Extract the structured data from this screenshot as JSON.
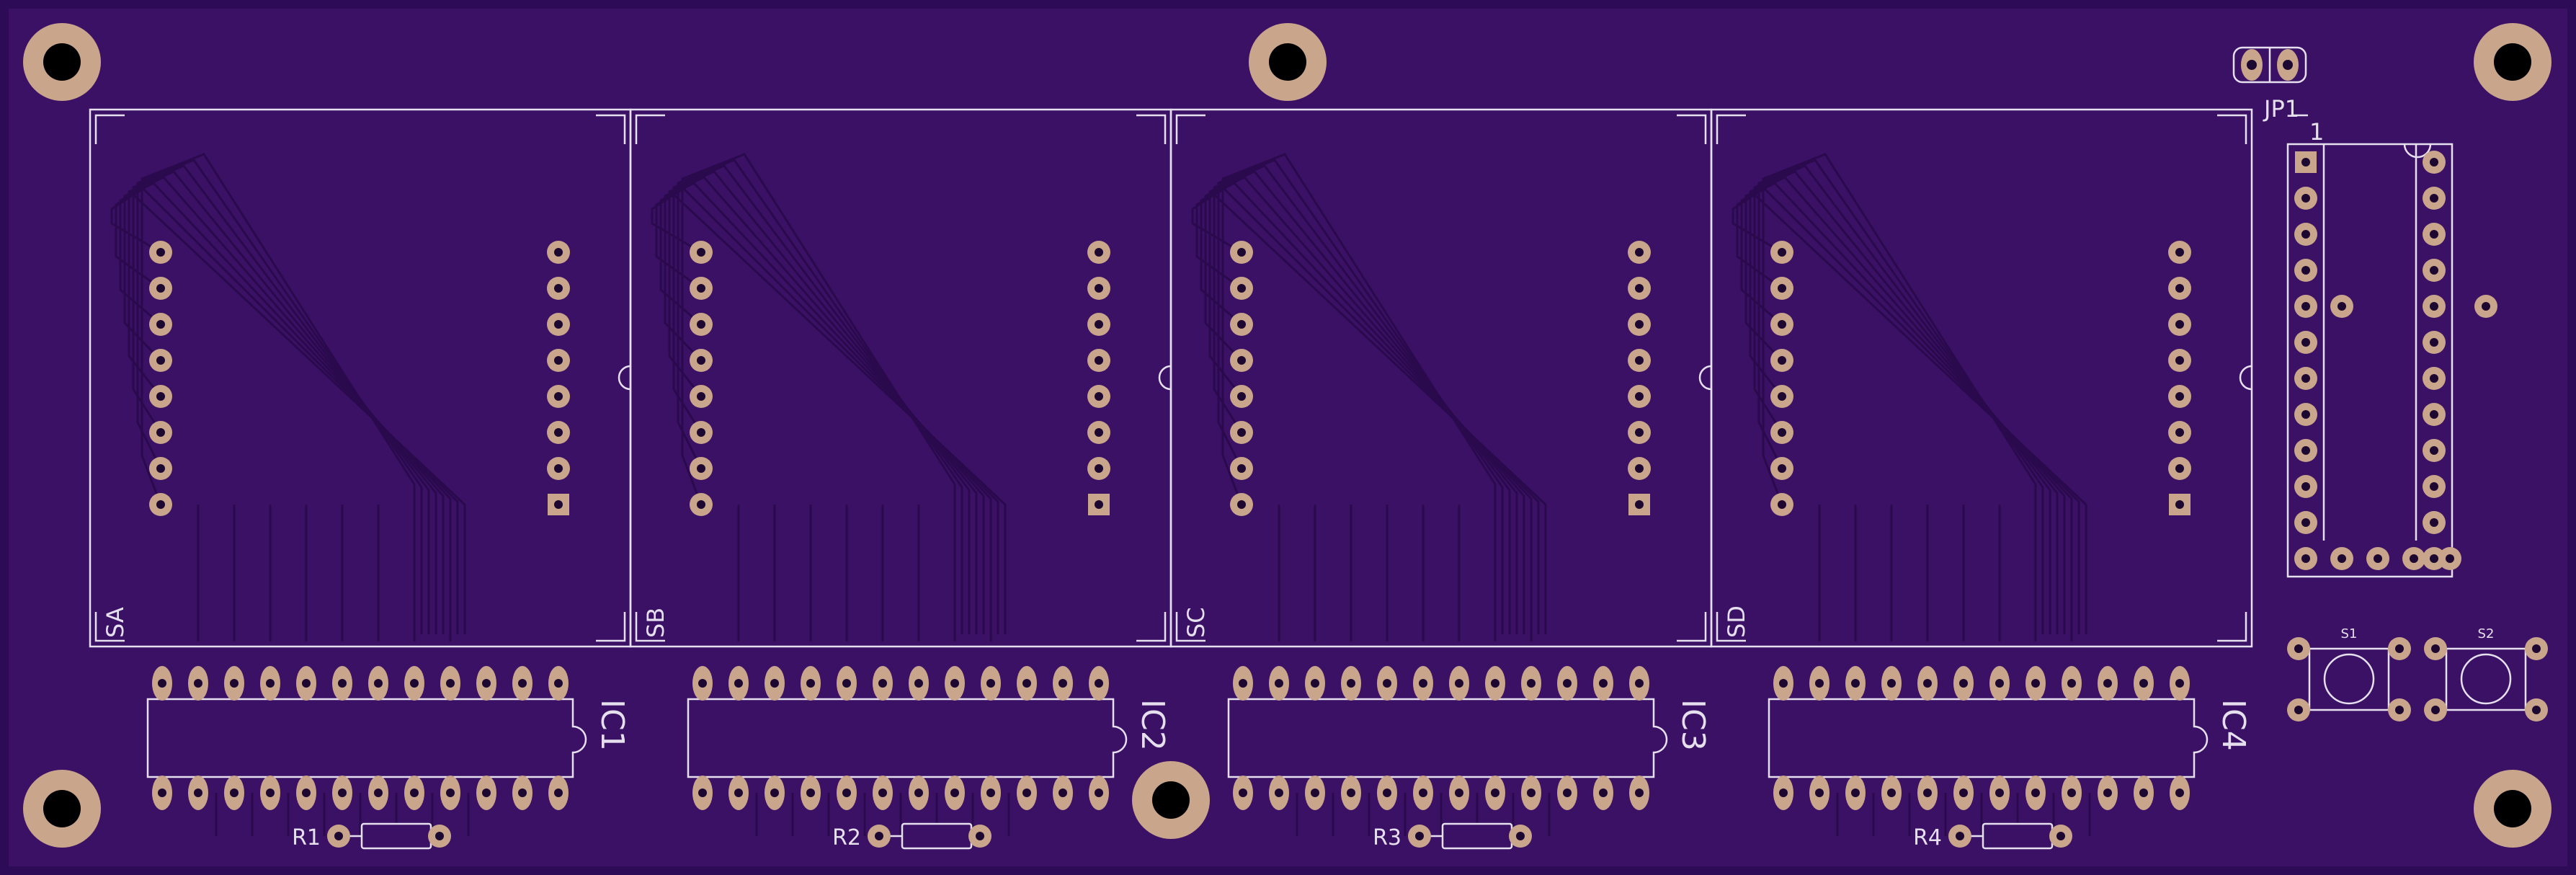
{
  "board": {
    "colors": {
      "background": "#3b1166",
      "board_edge": "#2e0b57",
      "silkscreen": "#e6e0ee",
      "pad": "#c9a58b",
      "drill": "#1c0830",
      "trace": "#2a0a4d"
    }
  },
  "displays": [
    {
      "label": "SA"
    },
    {
      "label": "SB"
    },
    {
      "label": "SC"
    },
    {
      "label": "SD"
    }
  ],
  "ics": [
    {
      "label": "IC1"
    },
    {
      "label": "IC2"
    },
    {
      "label": "IC3"
    },
    {
      "label": "IC4"
    }
  ],
  "resistors": [
    {
      "label": "R1"
    },
    {
      "label": "R2"
    },
    {
      "label": "R3"
    },
    {
      "label": "R4"
    }
  ],
  "switches": [
    {
      "label": "S1"
    },
    {
      "label": "S2"
    }
  ],
  "jumper": {
    "label": "JP1"
  },
  "module": {
    "label": "1"
  }
}
